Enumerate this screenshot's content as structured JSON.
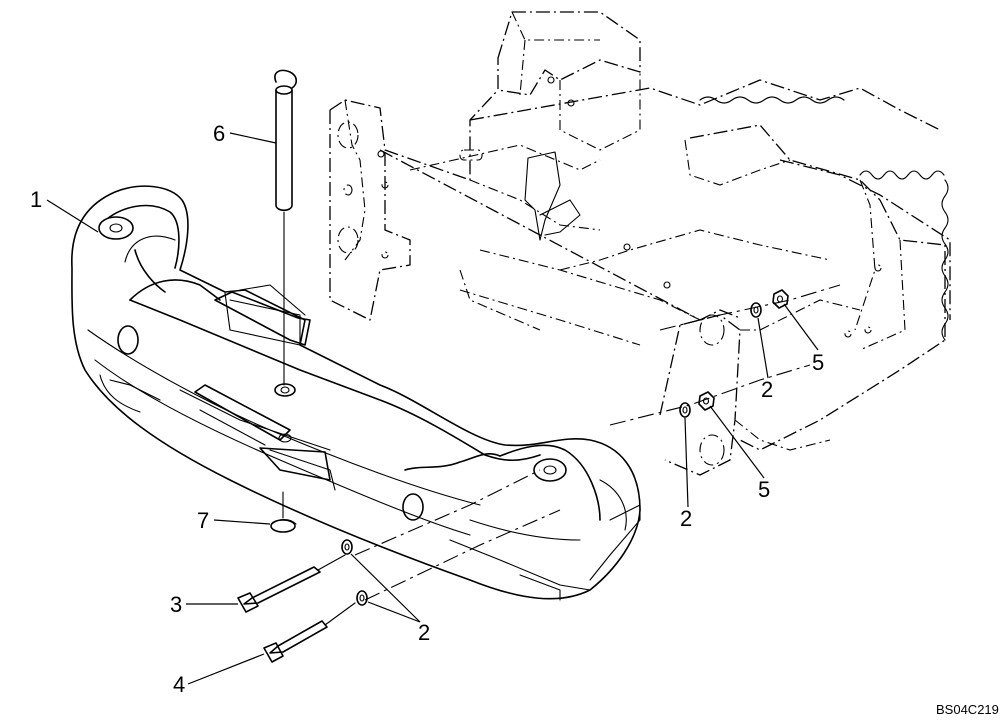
{
  "diagram": {
    "callouts": [
      {
        "id": "c1",
        "label": "1"
      },
      {
        "id": "c2a",
        "label": "2"
      },
      {
        "id": "c2b",
        "label": "2"
      },
      {
        "id": "c2c",
        "label": "2"
      },
      {
        "id": "c3",
        "label": "3"
      },
      {
        "id": "c4",
        "label": "4"
      },
      {
        "id": "c5a",
        "label": "5"
      },
      {
        "id": "c5b",
        "label": "5"
      },
      {
        "id": "c6",
        "label": "6"
      },
      {
        "id": "c7",
        "label": "7"
      }
    ],
    "drawing_code": "BS04C219"
  }
}
